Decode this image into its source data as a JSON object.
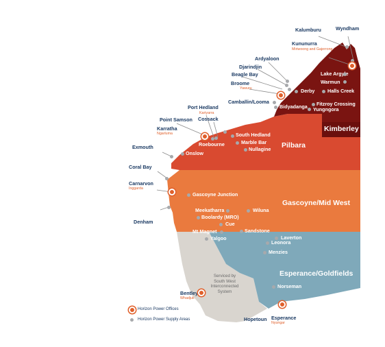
{
  "regions": {
    "kimberley": {
      "label": "Kimberley",
      "color": "#7a1411"
    },
    "pilbara": {
      "label": "Pilbara",
      "color": "#d94a30"
    },
    "gascoyne": {
      "label": "Gascoyne/Mid West",
      "color": "#ea7a3e"
    },
    "esperance": {
      "label": "Esperance/Goldfields",
      "color": "#7fa9ba"
    },
    "southwest": {
      "color": "#d9d5cf"
    }
  },
  "southwest_note": {
    "lines": [
      "Serviced by",
      "South West",
      "Interconnected",
      "System"
    ]
  },
  "legend": {
    "offices": "Horizon Power Offices",
    "supply": "Horizon Power Supply Areas"
  },
  "places": {
    "kalumburu": "Kalumburu",
    "wyndham": "Wyndham",
    "kununurra": "Kununurra",
    "kununurra_sub": "Miriwoong and Gajerrong",
    "ardyaloon": "Ardyaloon",
    "djarindjin": "Djarindjin",
    "beagle_bay": "Beagle Bay",
    "broome": "Broome",
    "broome_sub": "Yawuru",
    "lake_argyle": "Lake Argyle",
    "warmun": "Warmun",
    "halls_creek": "Halls Creek",
    "derby": "Derby",
    "camballin": "Camballin/Looma",
    "fitzroy": "Fitzroy Crossing",
    "bidyadanga": "Bidyadanga",
    "yungngora": "Yungngora",
    "port_hedland": "Port Hedland",
    "port_hedland_sub": "Kariyarra",
    "cossack": "Cossack",
    "point_samson": "Point Samson",
    "karratha": "Karratha",
    "karratha_sub": "Ngarluma",
    "south_hedland": "South Hedland",
    "marble_bar": "Marble Bar",
    "roebourne": "Roebourne",
    "nullagine": "Nullagine",
    "exmouth": "Exmouth",
    "onslow": "Onslow",
    "coral_bay": "Coral Bay",
    "carnarvon": "Carnarvon",
    "carnarvon_sub": "Inggarda",
    "gascoyne_junction": "Gascoyne Junction",
    "denham": "Denham",
    "meekatharra": "Meekatharra",
    "wiluna": "Wiluna",
    "boolardy": "Boolardy (MRO)",
    "cue": "Cue",
    "mt_magnet": "Mt Magnet",
    "sandstone": "Sandstone",
    "yalgoo": "Yalgoo",
    "laverton": "Laverton",
    "leonora": "Leonora",
    "menzies": "Menzies",
    "norseman": "Norseman",
    "bentley": "Bentley",
    "bentley_sub": "Whadjuk",
    "hopetoun": "Hopetoun",
    "esperance": "Esperance",
    "esperance_sub": "Nyungar"
  }
}
